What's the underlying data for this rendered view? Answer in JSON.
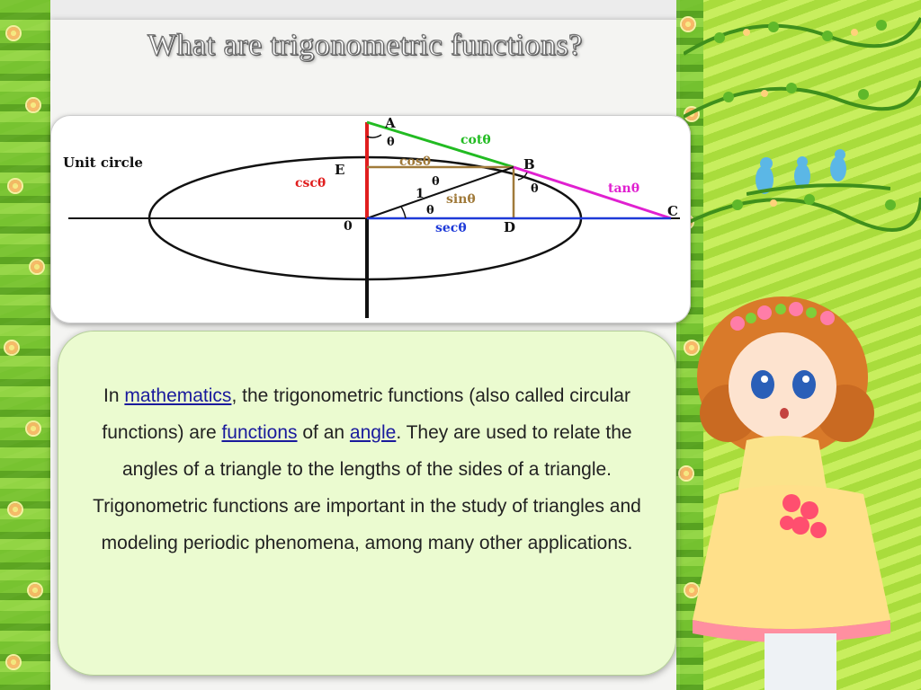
{
  "slide": {
    "title": "What are trigonometric functions?"
  },
  "diagram": {
    "caption": "Unit circle",
    "labels": {
      "A": "A",
      "B": "B",
      "C": "C",
      "D": "D",
      "E": "E",
      "O": "0",
      "one": "1",
      "theta_a": "θ",
      "theta_o": "θ",
      "theta_mid": "θ",
      "theta_b": "θ",
      "cot": "cotθ",
      "cos": "cosθ",
      "csc": "cscθ",
      "sin": "sinθ",
      "tan": "tanθ",
      "sec": "secθ"
    },
    "colors": {
      "cot": "#22bb22",
      "cos": "#a07a3a",
      "csc": "#e01e1e",
      "sin": "#a07a3a",
      "tan": "#e020d0",
      "sec": "#1e3ad8"
    }
  },
  "body": {
    "p1": "In ",
    "link_mathematics": "mathematics",
    "p2": ", the trigonometric functions (also called circular functions) are ",
    "link_functions": "functions",
    "p3": " of an ",
    "link_angle": "angle",
    "p4": ". They are used to relate the angles of a triangle to the lengths of the sides of a triangle. Trigonometric functions are important in the study of triangles and modeling periodic phenomena, among many other applications."
  }
}
